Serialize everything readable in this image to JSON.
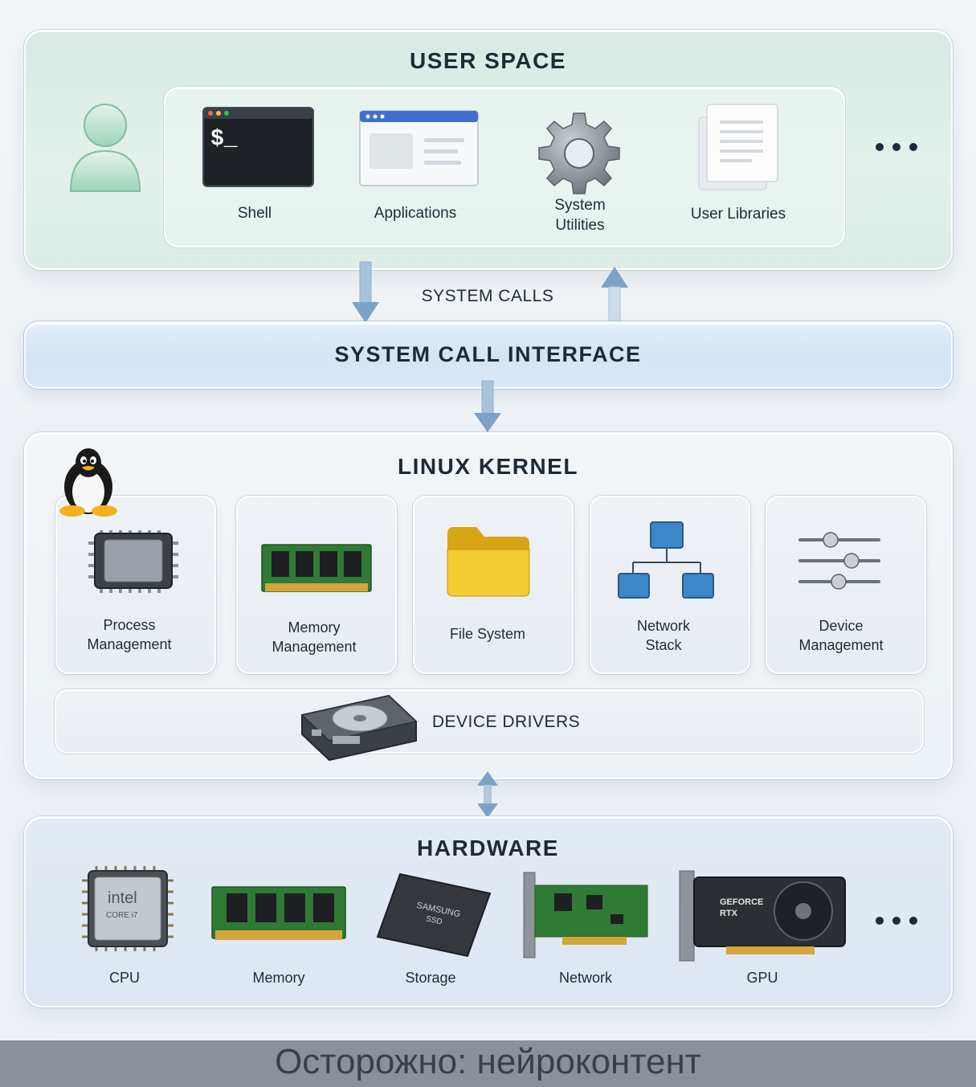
{
  "user_space": {
    "title": "USER SPACE",
    "items": [
      "Shell",
      "Applications",
      "System\nUtilities",
      "User Libraries"
    ],
    "more": "more-dots-icon"
  },
  "system_calls": {
    "label": "SYSTEM CALLS"
  },
  "system_call_interface": {
    "title": "SYSTEM CALL INTERFACE"
  },
  "kernel": {
    "title": "LINUX KERNEL",
    "cards": [
      "Process\nManagement",
      "Memory\nManagement",
      "File System",
      "Network\nStack",
      "Device\nManagement"
    ],
    "drivers": "DEVICE DRIVERS"
  },
  "hardware": {
    "title": "HARDWARE",
    "items": [
      "CPU",
      "Memory",
      "Storage",
      "Network",
      "GPU"
    ],
    "chip_text": {
      "cpu_brand": "intel",
      "cpu_model": "CORE i7",
      "ssd_brand": "SAMSUNG",
      "ssd_type": "SSD",
      "gpu_brand": "GEFORCE",
      "gpu_model": "RTX"
    }
  },
  "footer": {
    "text": "Осторожно: нейроконтент"
  },
  "colors": {
    "user_space_bg": "#d6e9e2",
    "sci_bg": "#d6e4f6",
    "arrow": "#8fb0cf"
  }
}
